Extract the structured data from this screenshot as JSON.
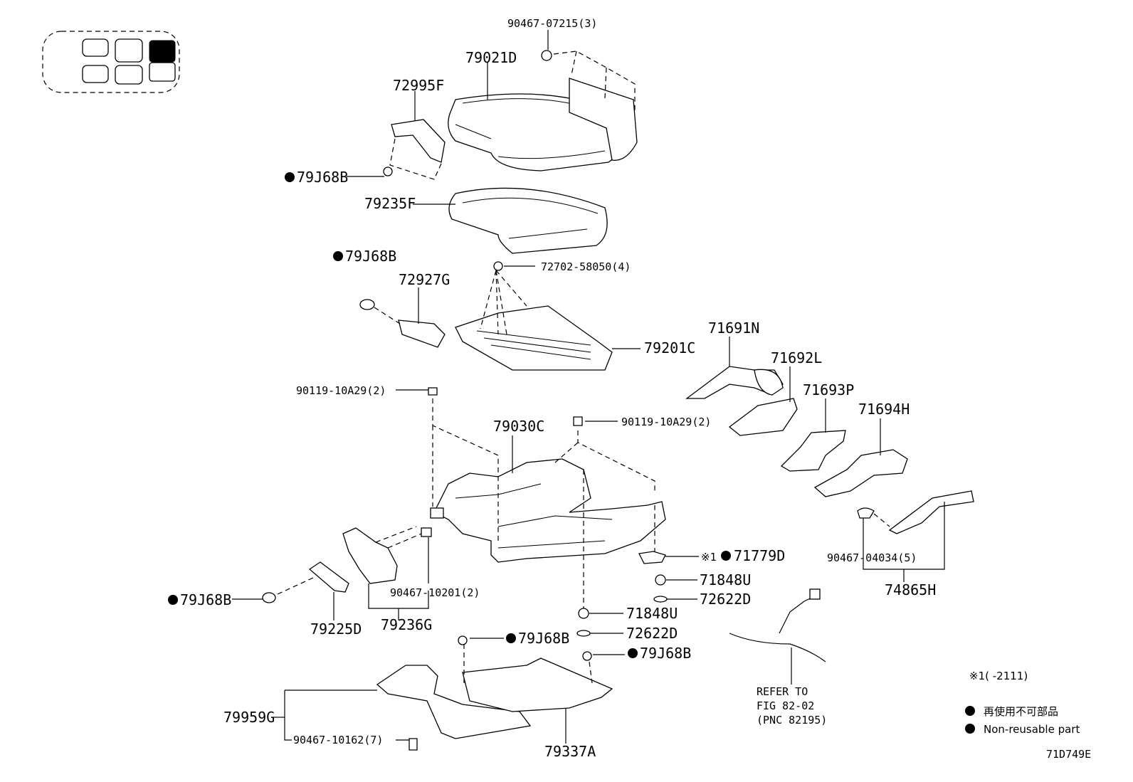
{
  "labels": {
    "p90467_07215": "90467-07215(3)",
    "p79021D": "79021D",
    "p72995F": "72995F",
    "p79J68B_a": "79J68B",
    "p79235F": "79235F",
    "p79J68B_b": "79J68B",
    "p72702": "72702-58050(4)",
    "p72927G": "72927G",
    "p79201C": "79201C",
    "p71691N": "71691N",
    "p71692L": "71692L",
    "p71693P": "71693P",
    "p71694H": "71694H",
    "p90119_a": "90119-10A29(2)",
    "p79030C": "79030C",
    "p90119_b": "90119-10A29(2)",
    "p71779D_prefix": "※1",
    "p71779D": "71779D",
    "p90467_04034": "90467-04034(5)",
    "p71848U_a": "71848U",
    "p72622D_a": "72622D",
    "p74865H": "74865H",
    "p79J68B_c": "79J68B",
    "p90467_10201": "90467-10201(2)",
    "p71848U_b": "71848U",
    "p72622D_b": "72622D",
    "p79225D": "79225D",
    "p79236G": "79236G",
    "p79J68B_d": "79J68B",
    "p79J68B_e": "79J68B",
    "refer1": "REFER TO",
    "refer2": "FIG 82-02",
    "refer3": "(PNC 82195)",
    "p79959G": "79959G",
    "p90467_10162": "90467-10162(7)",
    "p79337A": "79337A"
  },
  "legend": {
    "note1": "※1(     -2111)",
    "line1": "再使用不可部品",
    "line2": "Non-reusable part"
  },
  "figure_id": "71D749E"
}
